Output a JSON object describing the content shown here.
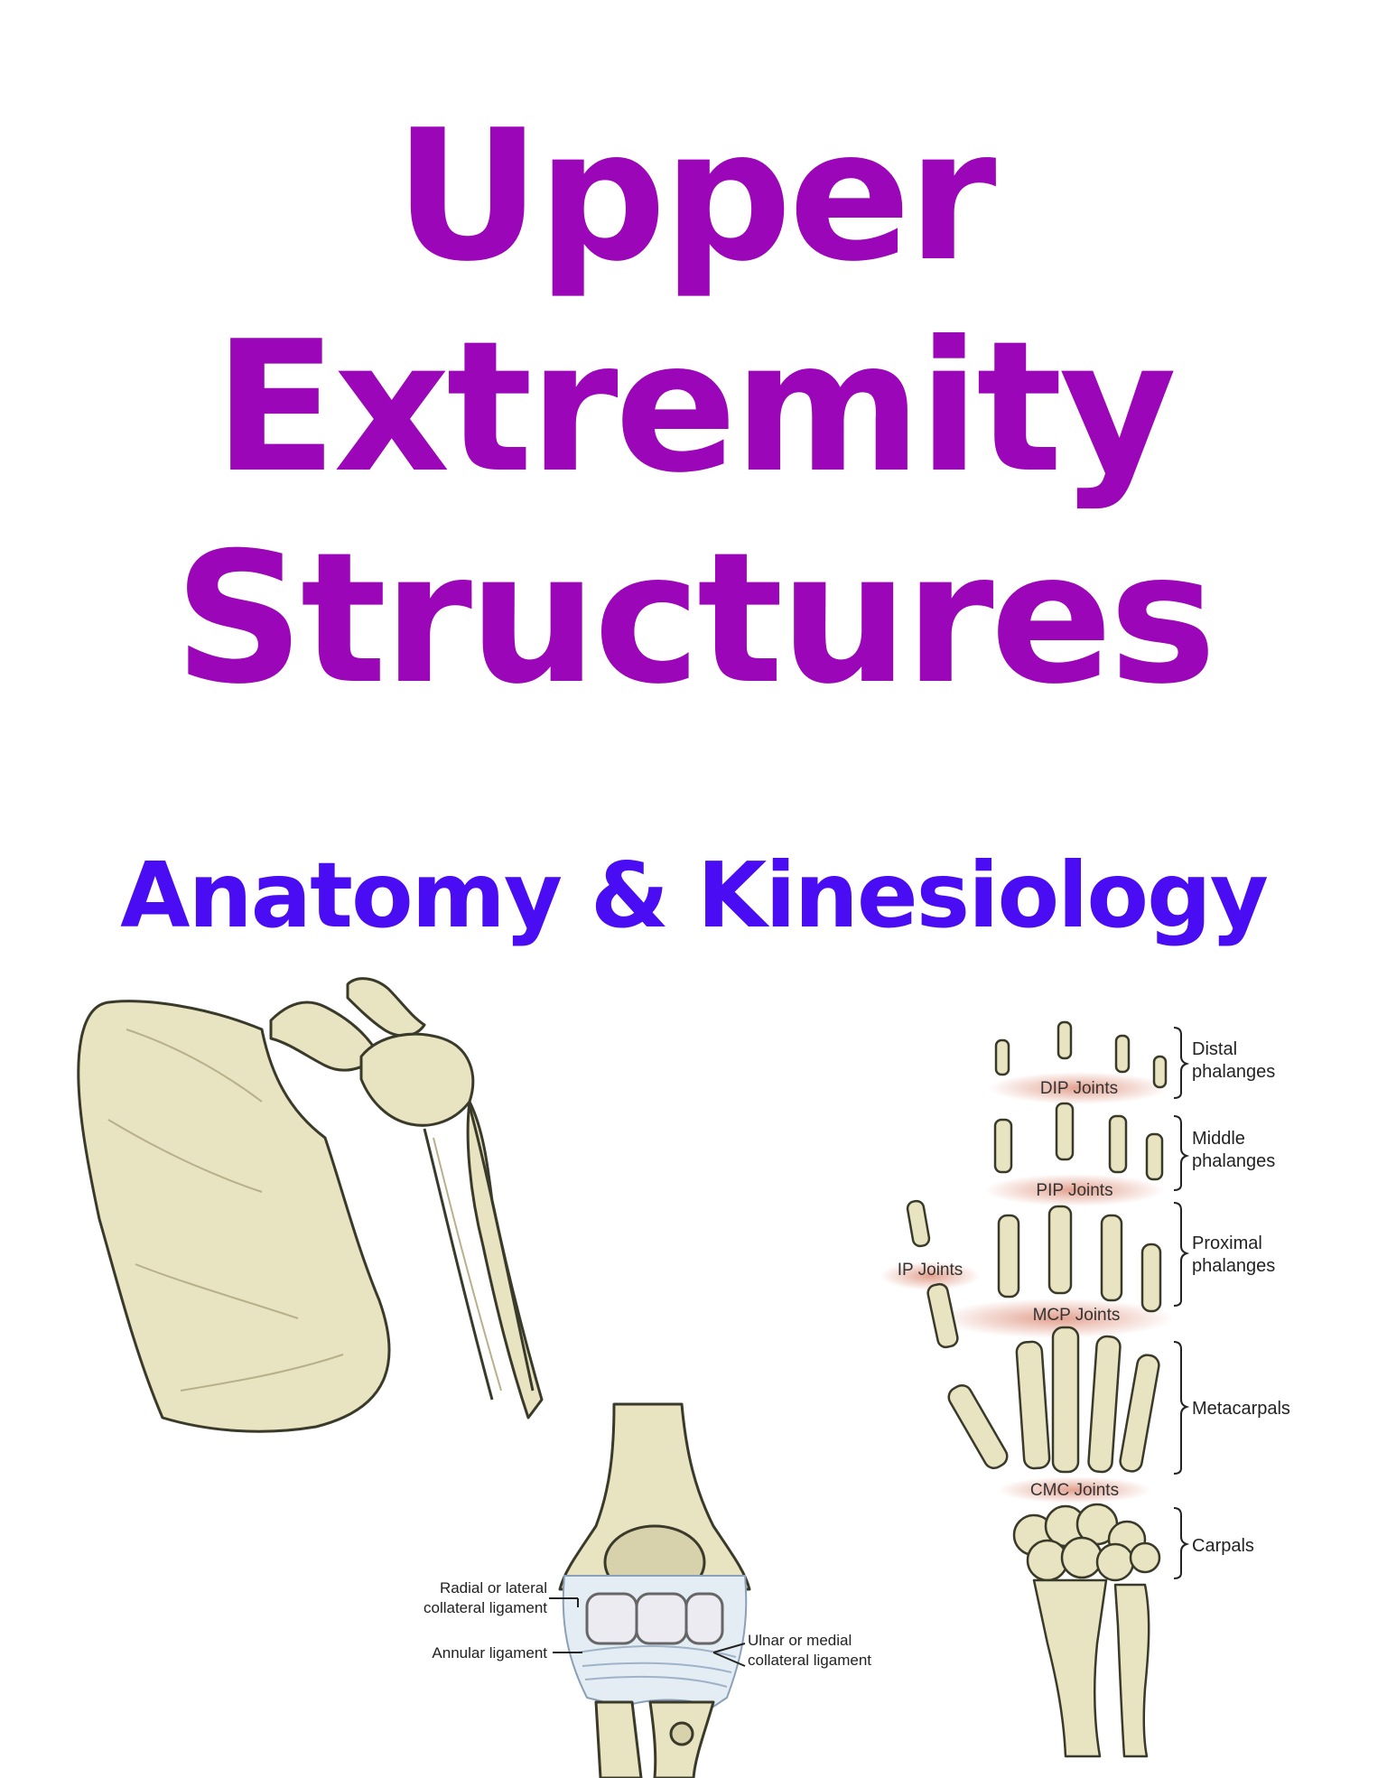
{
  "title": {
    "line1": "Upper",
    "line2": "Extremity",
    "line3": "Structures"
  },
  "subtitle": "Anatomy & Kinesiology",
  "colors": {
    "title": "#9a06b8",
    "subtitle": "#4a0cf2",
    "bone_fill": "#e8e3c0",
    "bone_outline": "#3a3a2a",
    "joint_highlight": "#d9826a",
    "ligament": "#e4ecf4"
  },
  "elbow": {
    "radial_ligament_line1": "Radial or lateral",
    "radial_ligament_line2": "collateral ligament",
    "annular_ligament": "Annular ligament",
    "ulnar_ligament_line1": "Ulnar or medial",
    "ulnar_ligament_line2": "collateral ligament"
  },
  "hand": {
    "joints": {
      "dip": "DIP Joints",
      "pip": "PIP Joints",
      "ip": "IP Joints",
      "mcp": "MCP Joints",
      "cmc": "CMC Joints"
    },
    "groups": {
      "distal_line1": "Distal",
      "distal_line2": "phalanges",
      "middle_line1": "Middle",
      "middle_line2": "phalanges",
      "proximal_line1": "Proximal",
      "proximal_line2": "phalanges",
      "metacarpals": "Metacarpals",
      "carpals": "Carpals"
    }
  }
}
